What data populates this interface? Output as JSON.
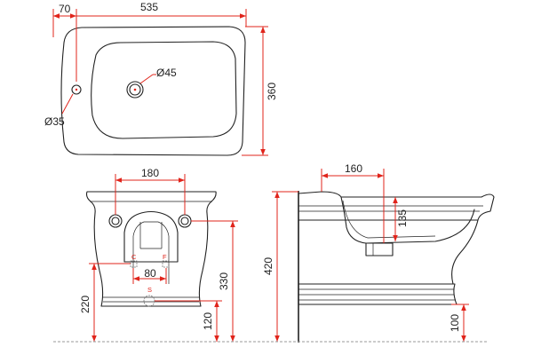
{
  "colors": {
    "dimension_line": "#e0241b",
    "outline": "#222222",
    "ground_line": "#9a9a9a"
  },
  "top_view": {
    "overall_width": "535",
    "hole_offset": "70",
    "overall_depth": "360",
    "tap_hole_diameter": "Ø45",
    "side_hole_diameter": "Ø35"
  },
  "front_view": {
    "fixing_spacing": "180",
    "connection_spacing": "80",
    "waste_height": "220",
    "total_height": "330",
    "fixing_height": "120",
    "cold_label": "C",
    "hot_label": "F",
    "waste_label": "S"
  },
  "side_view": {
    "fixing_depth": "160",
    "bowl_depth": "135",
    "overall_height": "420",
    "base_height": "100"
  }
}
